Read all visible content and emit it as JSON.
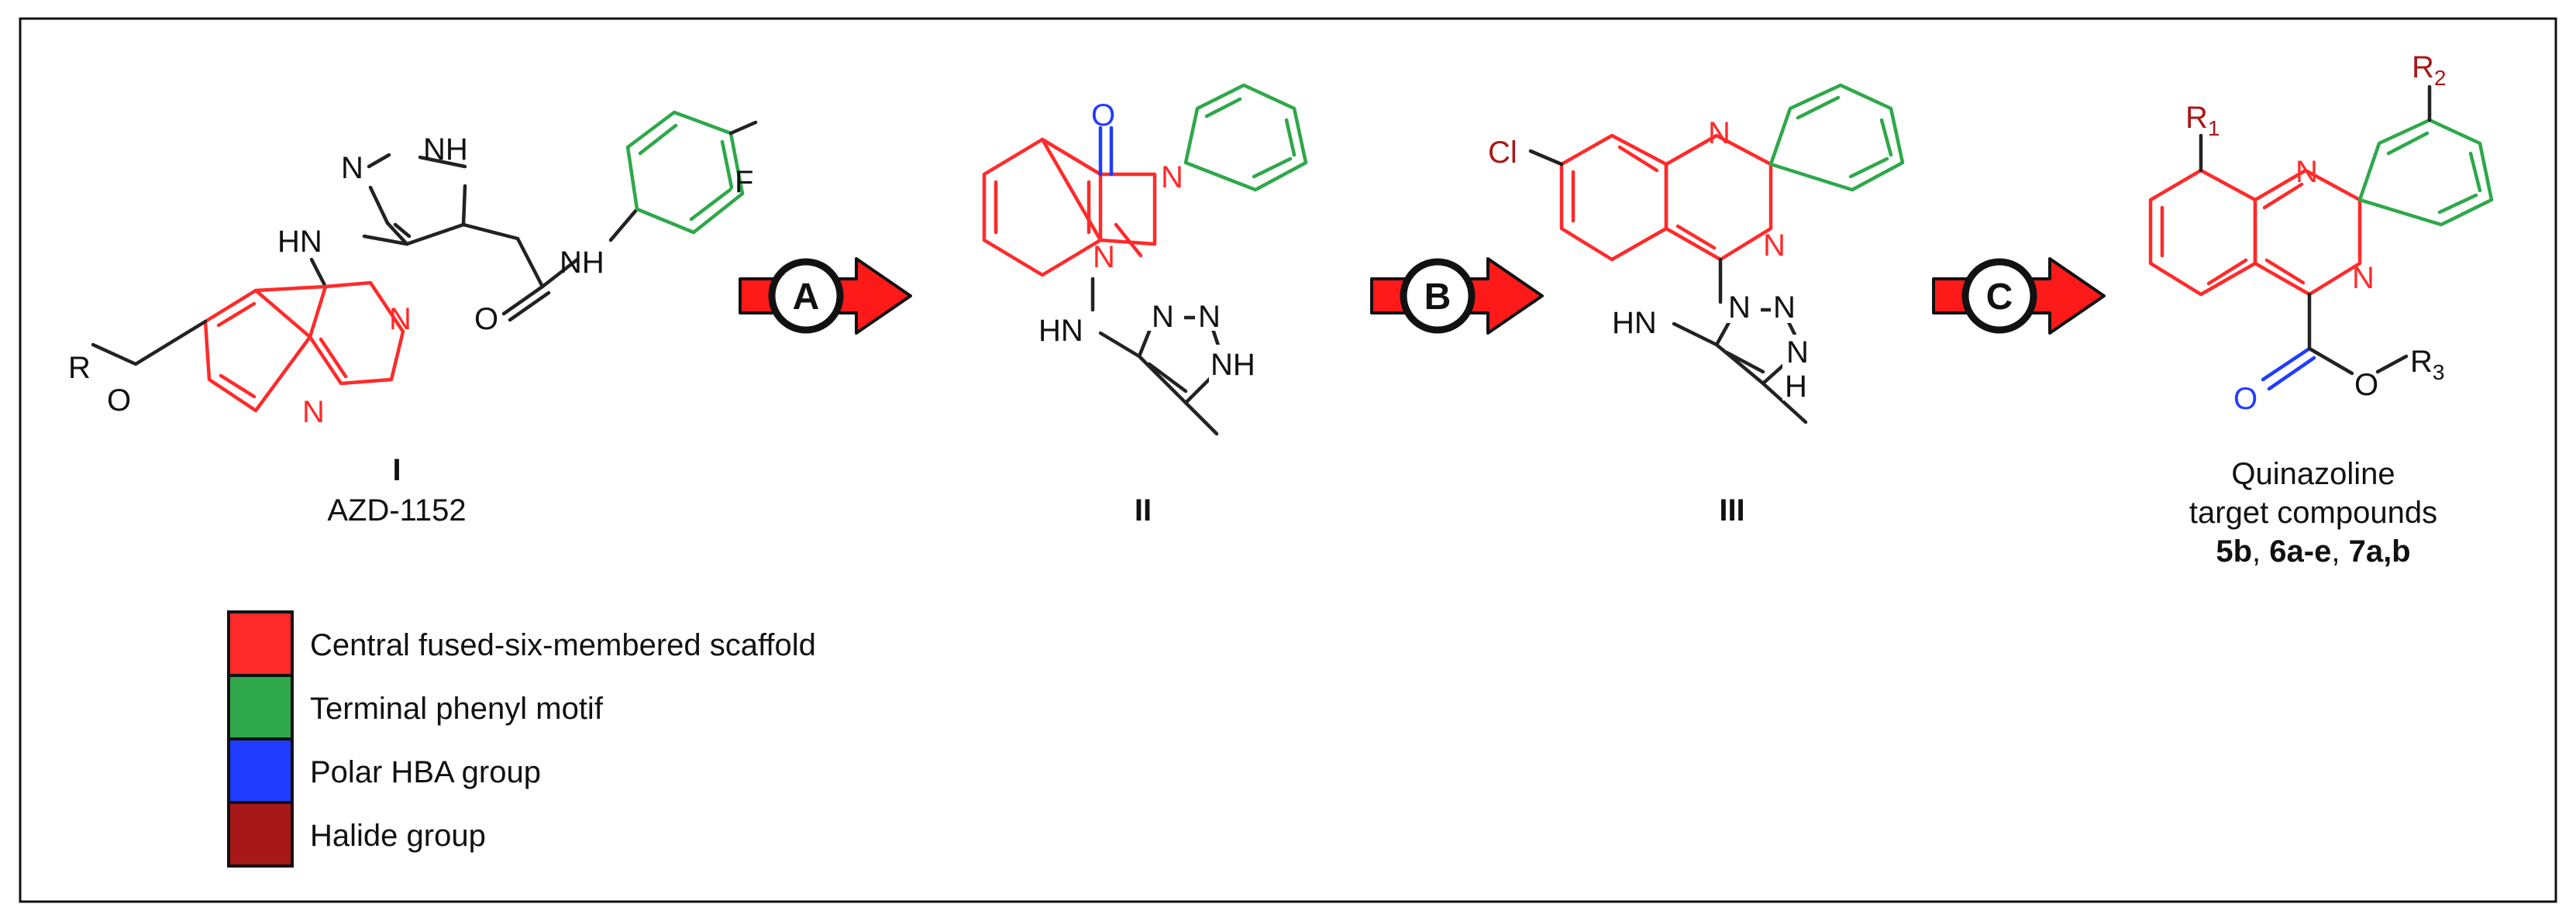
{
  "colors": {
    "scaffold_red": "#ff2a2a",
    "phenyl_green": "#2ea84a",
    "hba_blue": "#1f3cff",
    "halide_darkred": "#a81818",
    "bond_black": "#222222",
    "arrow_red": "#ff1a1a"
  },
  "compounds": {
    "c1": {
      "numeral": "I",
      "name": "AZD-1152"
    },
    "c2": {
      "numeral": "II"
    },
    "c3": {
      "numeral": "III"
    },
    "c4": {
      "line1": "Quinazoline",
      "line2": "target compounds",
      "ids_a": "5b",
      "sep1": ", ",
      "ids_b": "6a-e",
      "sep2": ", ",
      "ids_c": "7a,b"
    }
  },
  "arrows": [
    {
      "letter": "A"
    },
    {
      "letter": "B"
    },
    {
      "letter": "C"
    }
  ],
  "atoms": {
    "nh": "NH",
    "n": "N",
    "hn": "HN",
    "o": "O",
    "f": "F",
    "r": "R",
    "cl": "Cl",
    "h": "H",
    "r1": "R",
    "r2": "R",
    "r3": "R",
    "sub1": "1",
    "sub2": "2",
    "sub3": "3"
  },
  "legend": [
    {
      "color": "#ff2a2a",
      "label": "Central fused-six-membered scaffold"
    },
    {
      "color": "#2ea84a",
      "label": "Terminal phenyl motif"
    },
    {
      "color": "#1f3cff",
      "label": "Polar HBA group"
    },
    {
      "color": "#a81818",
      "label": "Halide group"
    }
  ]
}
